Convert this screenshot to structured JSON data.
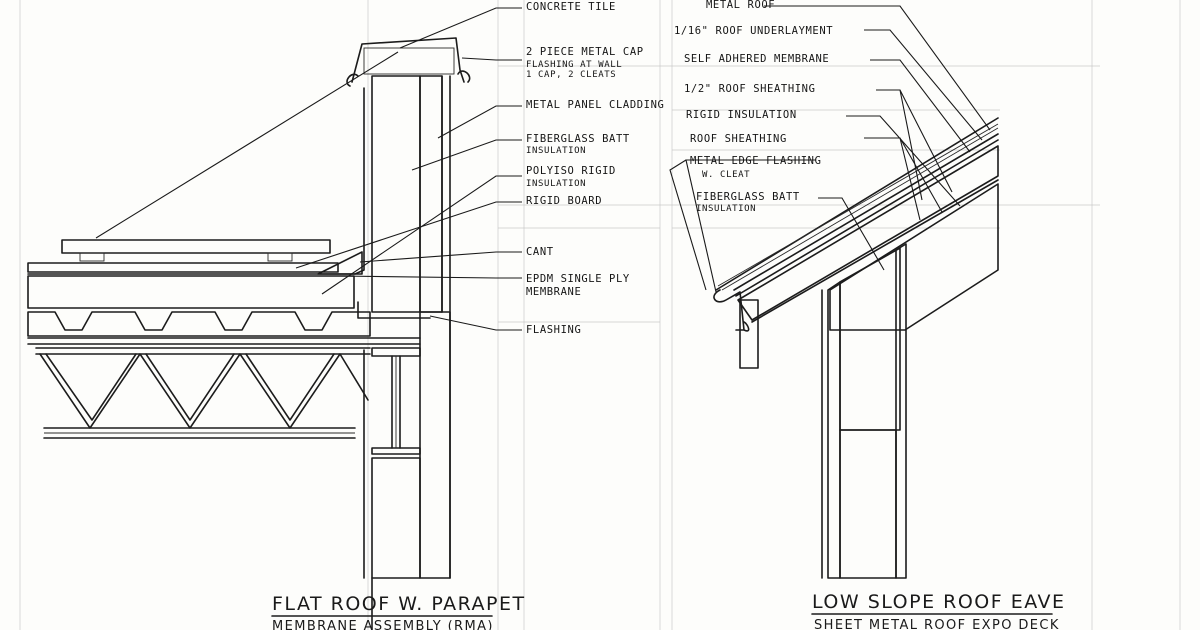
{
  "parapet_detail": {
    "title": "FLAT ROOF W. PARAPET",
    "subtitle": "MEMBRANE ASSEMBLY (RMA)",
    "labels": {
      "concrete_tile": "CONCRETE TILE",
      "metal_cap_1": "2 PIECE METAL CAP",
      "metal_cap_2": "FLASHING AT WALL",
      "metal_cap_3": "1 CAP, 2 CLEATS",
      "metal_panel": "METAL PANEL CLADDING",
      "fiberglass_1": "FIBERGLASS BATT",
      "fiberglass_2": "INSULATION",
      "polyiso_1": "POLYISO RIGID",
      "polyiso_2": "INSULATION",
      "rigid_board": "RIGID BOARD",
      "cant": "CANT",
      "epdm_1": "EPDM SINGLE PLY",
      "epdm_2": "MEMBRANE",
      "flashing": "FLASHING"
    }
  },
  "eave_detail": {
    "title": "LOW SLOPE ROOF EAVE",
    "subtitle": "SHEET METAL ROOF EXPO DECK",
    "labels": {
      "metal_roof": "METAL ROOF",
      "underlayment": "1/16\" ROOF UNDERLAYMENT",
      "self_adhered": "SELF ADHERED MEMBRANE",
      "sheathing_half": "1/2\" ROOF SHEATHING",
      "rigid_insulation": "RIGID INSULATION",
      "roof_sheathing": "ROOF SHEATHING",
      "edge_flashing_1": "METAL EDGE FLASHING",
      "edge_flashing_2": "W. CLEAT",
      "fiberglass_1": "FIBERGLASS BATT",
      "fiberglass_2": "INSULATION"
    }
  }
}
